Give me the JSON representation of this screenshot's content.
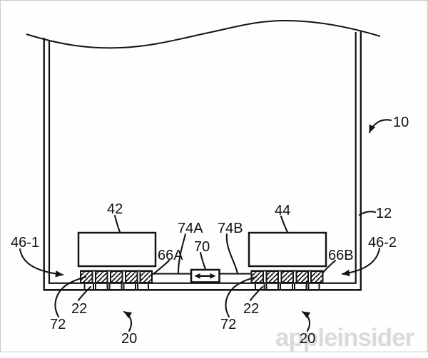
{
  "figure": {
    "kind": "patent cross-section drawing",
    "colors": {
      "line": "#141414",
      "background": "#ffffff",
      "frame_border": "#c9c9c9",
      "watermark": "#dadada"
    }
  },
  "callouts": {
    "ref_10": "10",
    "ref_12": "12",
    "ref_42": "42",
    "ref_44": "44",
    "ref_46_1": "46-1",
    "ref_46_2": "46-2",
    "ref_66A": "66A",
    "ref_66B": "66B",
    "ref_70": "70",
    "ref_74A": "74A",
    "ref_74B": "74B",
    "ref_22_left": "22",
    "ref_22_right": "22",
    "ref_72_left": "72",
    "ref_72_right": "72",
    "ref_20_left": "20",
    "ref_20_right": "20"
  },
  "watermark": {
    "text": "appleinsider"
  }
}
